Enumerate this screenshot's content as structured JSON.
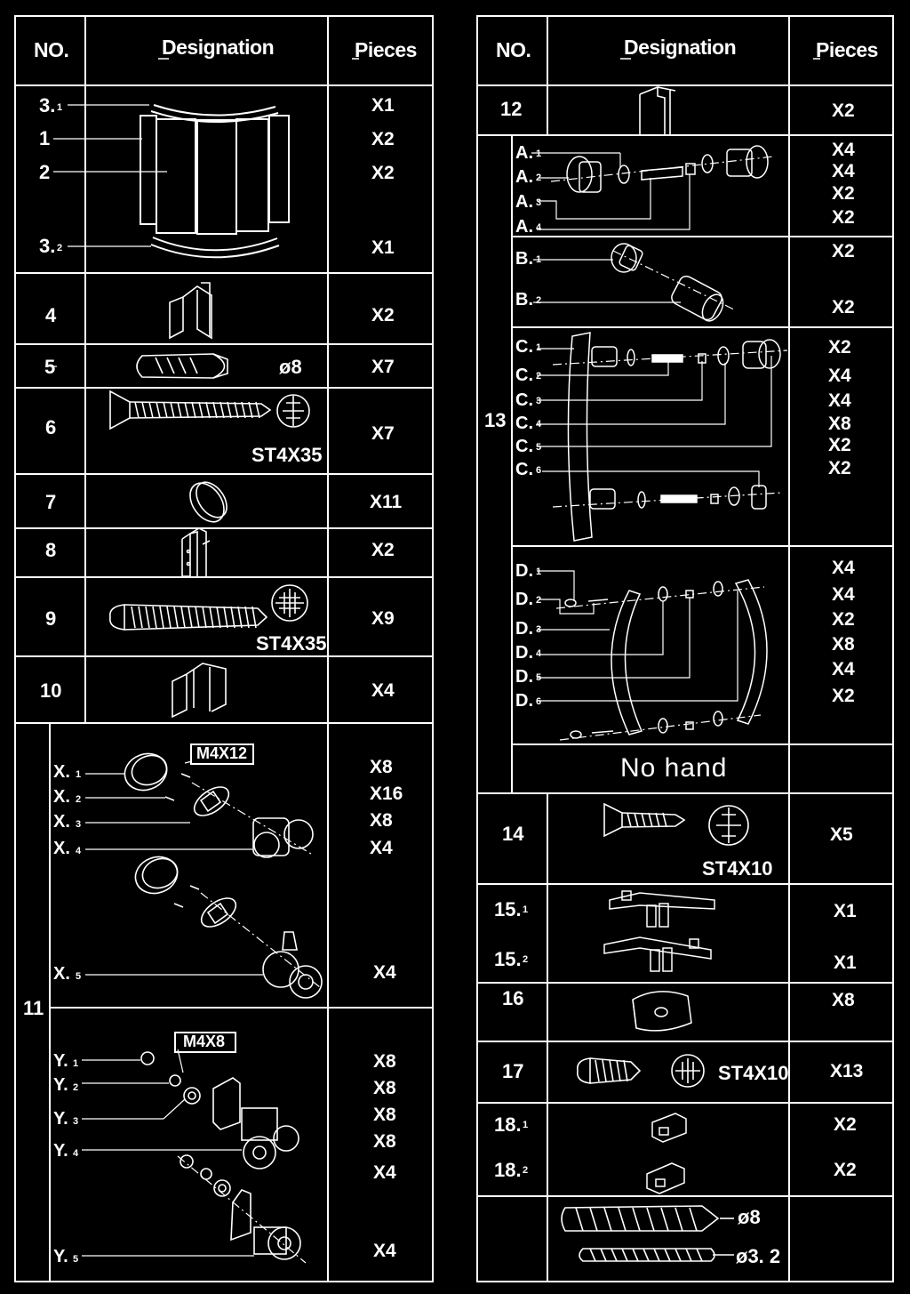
{
  "headers": {
    "left": {
      "no": "NO.",
      "designation": "Designation",
      "pieces": "Pieces"
    },
    "right": {
      "no": "NO.",
      "designation": "Designation",
      "pieces": "Pieces"
    }
  },
  "left_rows": {
    "r3": {
      "labels": [
        "3.",
        "1",
        "2",
        "3."
      ],
      "subs": [
        "1",
        "",
        "",
        "2"
      ],
      "pieces": [
        "X1",
        "X2",
        "X2",
        "X1"
      ]
    },
    "r4": {
      "no": "4",
      "pieces": "X2"
    },
    "r5": {
      "no": "5",
      "size": "ø8",
      "pieces": "X7"
    },
    "r6": {
      "no": "6",
      "spec": "ST4X35",
      "pieces": "X7"
    },
    "r7": {
      "no": "7",
      "pieces": "X11"
    },
    "r8": {
      "no": "8",
      "pieces": "X2"
    },
    "r9": {
      "no": "9",
      "spec": "ST4X35",
      "pieces": "X9"
    },
    "r10": {
      "no": "10",
      "pieces": "X4"
    },
    "r11": {
      "no": "11",
      "x_tag": "M4X12",
      "x_items": [
        {
          "letter": "X.",
          "sub": "1"
        },
        {
          "letter": "X.",
          "sub": "2"
        },
        {
          "letter": "X.",
          "sub": "3"
        },
        {
          "letter": "X.",
          "sub": "4"
        },
        {
          "letter": "X.",
          "sub": "5"
        }
      ],
      "x_pieces": [
        "X8",
        "X16",
        "X8",
        "X4",
        "X4"
      ],
      "y_tag": "M4X8",
      "y_items": [
        {
          "letter": "Y.",
          "sub": "1"
        },
        {
          "letter": "Y.",
          "sub": "2"
        },
        {
          "letter": "Y.",
          "sub": "3"
        },
        {
          "letter": "Y.",
          "sub": "4"
        },
        {
          "letter": "Y.",
          "sub": "5"
        }
      ],
      "y_pieces": [
        "X8",
        "X8",
        "X8",
        "X8",
        "X4",
        "X4"
      ]
    }
  },
  "right_rows": {
    "r12": {
      "no": "12",
      "pieces": "X2"
    },
    "r13": {
      "no": "13",
      "a_items": [
        {
          "letter": "A.",
          "sub": "1"
        },
        {
          "letter": "A.",
          "sub": "2"
        },
        {
          "letter": "A.",
          "sub": "3"
        },
        {
          "letter": "A.",
          "sub": "4"
        }
      ],
      "a_pieces": [
        "X4",
        "X4",
        "X2",
        "X2"
      ],
      "b_items": [
        {
          "letter": "B.",
          "sub": "1"
        },
        {
          "letter": "B.",
          "sub": "2"
        }
      ],
      "b_pieces": [
        "X2",
        "X2"
      ],
      "c_items": [
        {
          "letter": "C.",
          "sub": "1"
        },
        {
          "letter": "C.",
          "sub": "2"
        },
        {
          "letter": "C.",
          "sub": "3"
        },
        {
          "letter": "C.",
          "sub": "4"
        },
        {
          "letter": "C.",
          "sub": "5"
        },
        {
          "letter": "C.",
          "sub": "6"
        }
      ],
      "c_pieces": [
        "X2",
        "X4",
        "X4",
        "X8",
        "X2",
        "X2"
      ],
      "d_items": [
        {
          "letter": "D.",
          "sub": "1"
        },
        {
          "letter": "D.",
          "sub": "2"
        },
        {
          "letter": "D.",
          "sub": "3"
        },
        {
          "letter": "D.",
          "sub": "4"
        },
        {
          "letter": "D.",
          "sub": "5"
        },
        {
          "letter": "D.",
          "sub": "6"
        }
      ],
      "d_pieces": [
        "X4",
        "X4",
        "X2",
        "X8",
        "X4",
        "X2"
      ],
      "no_hand": "No hand"
    },
    "r14": {
      "no": "14",
      "spec": "ST4X10",
      "pieces": "X5"
    },
    "r15": {
      "labels": [
        "15.",
        "15."
      ],
      "subs": [
        "1",
        "2"
      ],
      "pieces": [
        "X1",
        "X1"
      ]
    },
    "r16": {
      "no": "16",
      "pieces": "X8"
    },
    "r17": {
      "no": "17",
      "spec": "ST4X10",
      "pieces": "X13"
    },
    "r18": {
      "labels": [
        "18.",
        "18."
      ],
      "subs": [
        "1",
        "2"
      ],
      "pieces": [
        "X2",
        "X2"
      ]
    },
    "r19": {
      "sizes": [
        "ø8",
        "ø3. 2"
      ]
    }
  }
}
